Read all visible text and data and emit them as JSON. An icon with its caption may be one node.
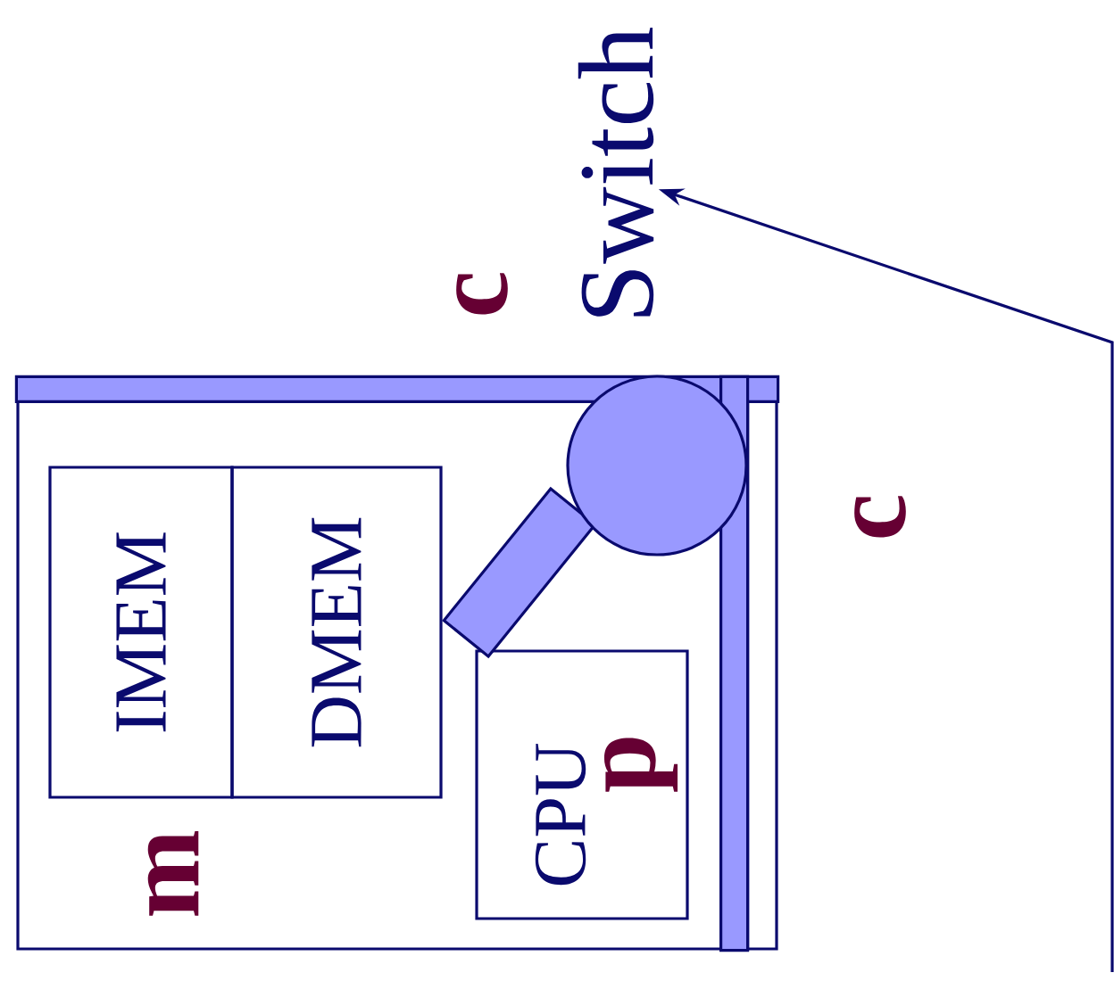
{
  "diagram": {
    "nodes": [
      {
        "text": [],
        "shape": "box"
      },
      {
        "text": [
          "IMEM"
        ],
        "in": 0
      },
      {
        "text": [
          "DMEM"
        ],
        "in": 0
      },
      {
        "text": [
          "CPU",
          "p"
        ],
        "in": 0
      },
      {
        "text": [],
        "shape": "bar",
        "in": 0
      },
      {
        "text": [],
        "shape": "circle",
        "in": 0
      },
      {
        "text": [
          "Switch"
        ]
      }
    ],
    "edges": [
      {
        "from": null,
        "to": 6,
        "arrow": "to"
      }
    ],
    "labels": [
      "c",
      "c",
      "m"
    ]
  }
}
